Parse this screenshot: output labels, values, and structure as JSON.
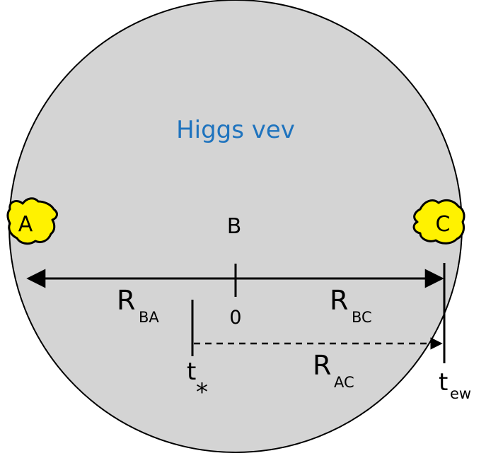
{
  "title": "Higgs vev",
  "regions": {
    "A": "A",
    "B": "B",
    "C": "C"
  },
  "distances": {
    "R_BA": {
      "main": "R",
      "sub": "BA"
    },
    "R_BC": {
      "main": "R",
      "sub": "BC"
    },
    "R_AC": {
      "main": "R",
      "sub": "AC"
    }
  },
  "ticks": {
    "zero": "0",
    "t_star": {
      "main": "t",
      "sub": "*"
    },
    "t_ew": {
      "main": "t",
      "sub": "ew"
    }
  },
  "colors": {
    "bubble_fill": "#d4d4d4",
    "title": "#1e73be",
    "blob": "#fff200",
    "line": "#000000"
  }
}
